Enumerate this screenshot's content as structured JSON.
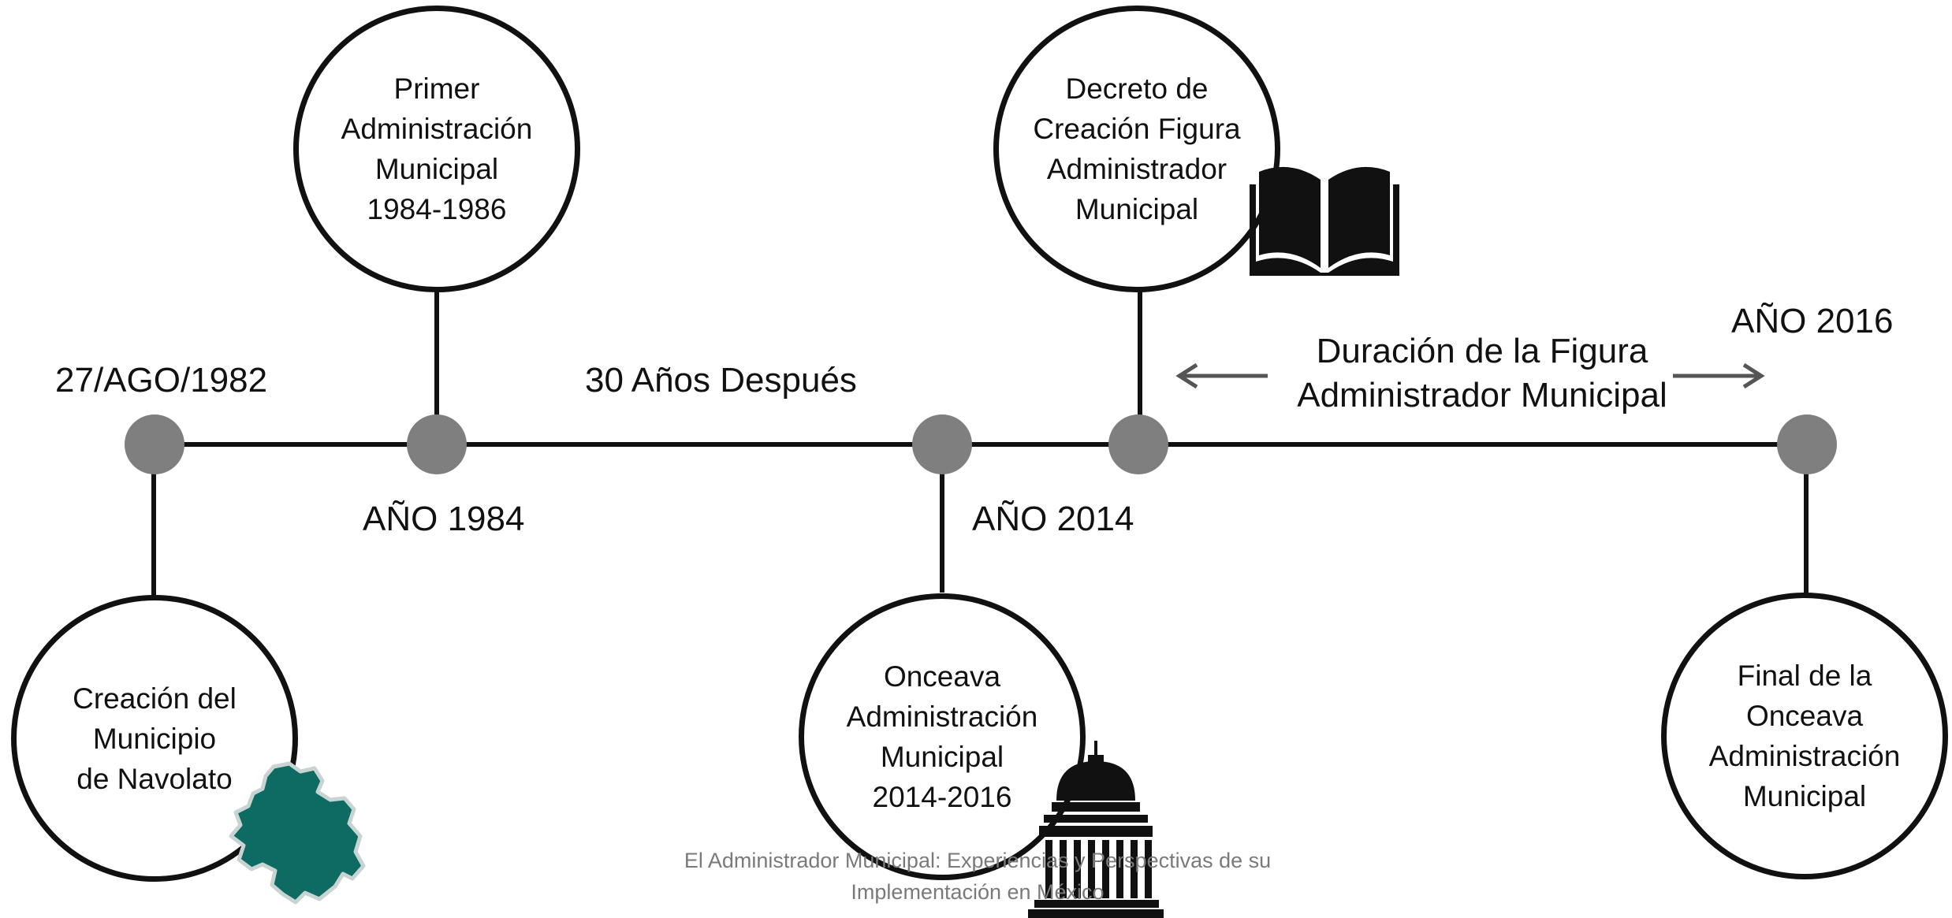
{
  "timeline": {
    "events": [
      {
        "date_label": "27/AGO/1982",
        "description": "Creación del\nMunicipio\nde Navolato"
      },
      {
        "date_label": "AÑO 1984",
        "description": "Primer\nAdministración\nMunicipal\n1984-1986"
      },
      {
        "date_label": "AÑO 2014",
        "description": "Onceava\nAdministración\nMunicipal\n2014-2016"
      },
      {
        "date_label": "",
        "description": "Decreto de\nCreación Figura\nAdministrador\nMunicipal"
      },
      {
        "date_label": "AÑO 2016",
        "description": "Final de la\nOnceava\nAdministración\nMunicipal"
      }
    ],
    "gap_label": "30 Años Después",
    "duration_label": "Duración de la Figura\nAdministrador Municipal"
  },
  "icons": [
    "navolato-map-icon",
    "capitol-building-icon",
    "open-book-icon",
    "double-arrow-icon"
  ],
  "colors": {
    "line": "#111111",
    "node": "#7f7f7f",
    "map": "#0e6b63",
    "footer": "#7a7a7a"
  },
  "footer": {
    "text": "El Administrador Municipal: Experiencias y Perspectivas de su\nImplementación en México"
  }
}
